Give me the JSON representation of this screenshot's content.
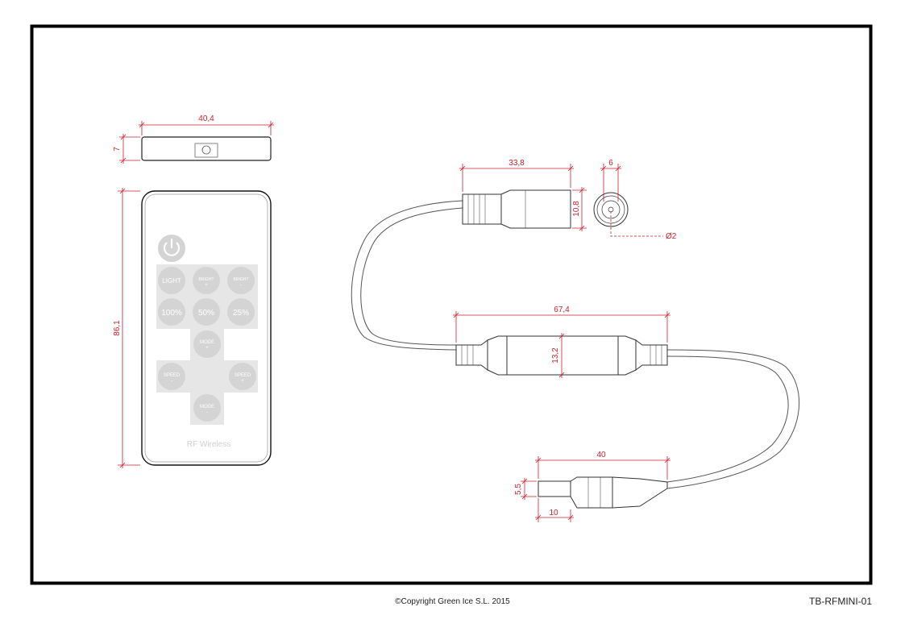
{
  "drawing": {
    "copyright": "©Copyright Green Ice S.L. 2015",
    "reference": "TB-RFMINI-01",
    "colors": {
      "frame": "#000000",
      "dimension": "#cc1f2b",
      "outline": "#555555",
      "button": "#d9d9d9",
      "button_pad": "#e6e6e6"
    }
  },
  "dimensions": {
    "remote_width": "40,4",
    "remote_thickness": "7",
    "remote_height": "86,1",
    "connector_length": "33,8",
    "connector_height": "10,8",
    "socket_width": "6",
    "socket_hole": "Ø2",
    "controller_length": "67,4",
    "controller_height": "13,2",
    "plug_length": "40",
    "plug_diameter": "5,5",
    "plug_pin_length": "10"
  },
  "remote": {
    "power_icon": "power-icon",
    "buttons": {
      "light": "LIGHT",
      "bright_up": "BRIGHT",
      "bright_down": "BRIGHT",
      "p100": "100%",
      "p50": "50%",
      "p25": "25%",
      "mode_up": "MODE",
      "speed_left": "SPEED",
      "speed_right": "SPEED",
      "mode_down": "MODE"
    },
    "brand": "RF Wireless"
  }
}
